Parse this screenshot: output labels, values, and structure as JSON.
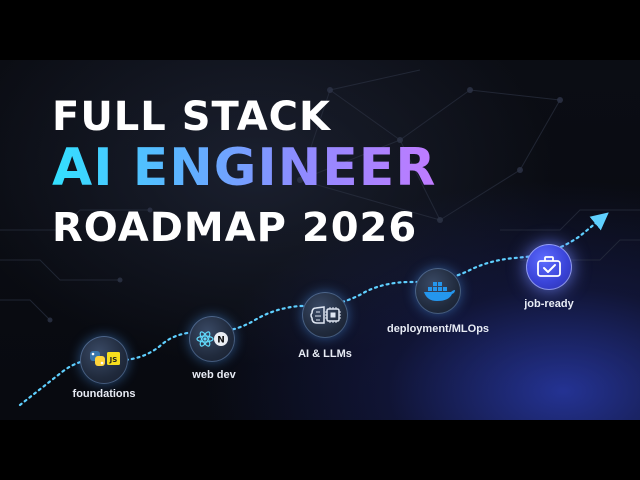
{
  "headline": {
    "line1": "FULL STACK",
    "line2": "AI ENGINEER",
    "line3": "ROADMAP 2026"
  },
  "steps": [
    {
      "label": "foundations",
      "icons": [
        "python-icon",
        "javascript-icon"
      ]
    },
    {
      "label": "web dev",
      "icons": [
        "react-icon",
        "nextjs-icon"
      ]
    },
    {
      "label": "AI & LLMs",
      "icons": [
        "brain-chip-icon"
      ]
    },
    {
      "label": "deployment/MLOps",
      "icons": [
        "docker-icon"
      ]
    },
    {
      "label": "job-ready",
      "icons": [
        "briefcase-check-icon"
      ]
    }
  ],
  "colors": {
    "path": "#5fd0ff",
    "gradient_start": "#33e0ff",
    "gradient_end": "#c07bff",
    "glow": "#3b54ff"
  }
}
